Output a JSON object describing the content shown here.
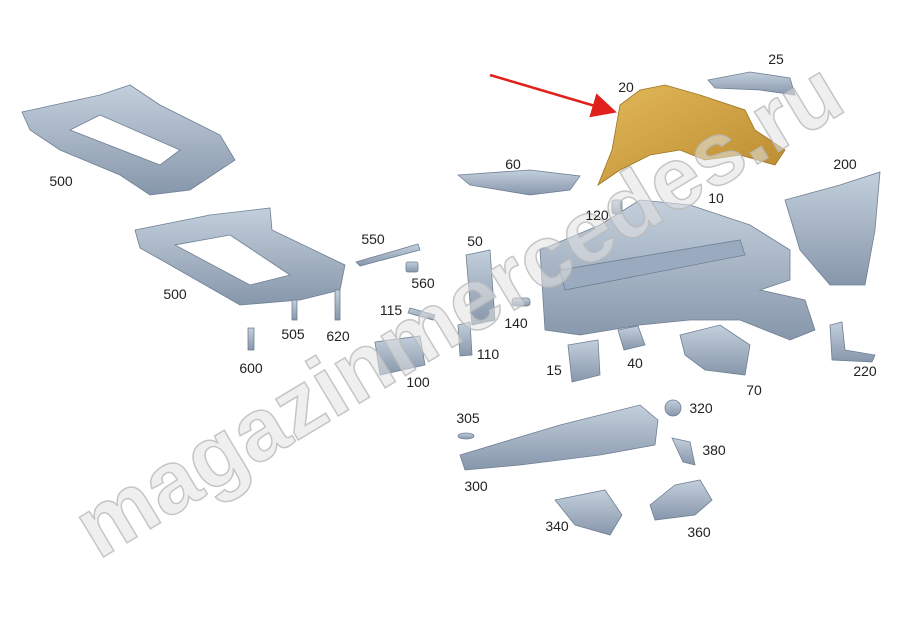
{
  "watermark": "magazinmercedes.ru",
  "colors": {
    "part": "#a9b7c8",
    "part_dark": "#7e8ea3",
    "highlight": "#d4a446",
    "arrow": "#e0201b"
  },
  "highlighted_part": "20",
  "labels": {
    "p500a": "500",
    "p500b": "500",
    "p550": "550",
    "p560": "560",
    "p50": "50",
    "p60": "60",
    "p20": "20",
    "p25": "25",
    "p10": "10",
    "p120": "120",
    "p200": "200",
    "p115": "115",
    "p140": "140",
    "p505": "505",
    "p620": "620",
    "p600": "600",
    "p110": "110",
    "p100": "100",
    "p15": "15",
    "p40": "40",
    "p70": "70",
    "p220": "220",
    "p305": "305",
    "p320": "320",
    "p380": "380",
    "p300": "300",
    "p340": "340",
    "p360": "360"
  }
}
